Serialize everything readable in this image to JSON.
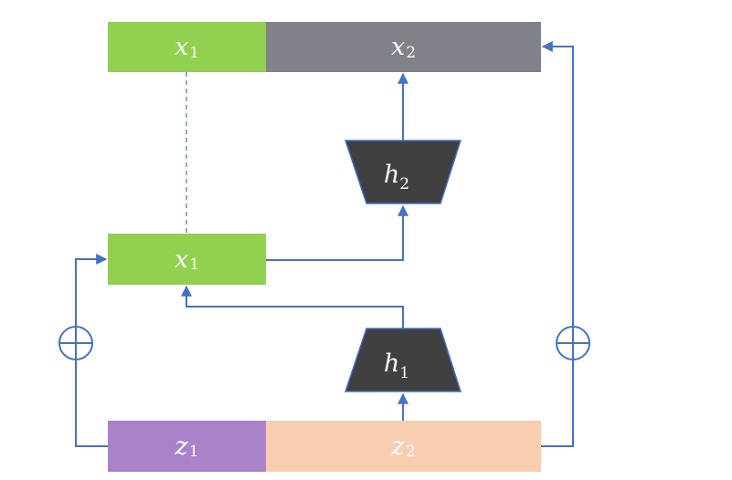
{
  "top_row": {
    "x1": {
      "var": "x",
      "sub": "1"
    },
    "x2": {
      "var": "x",
      "sub": "2"
    }
  },
  "middle": {
    "x1": {
      "var": "x",
      "sub": "1"
    }
  },
  "bottom_row": {
    "z1": {
      "var": "z",
      "sub": "1"
    },
    "z2": {
      "var": "z",
      "sub": "2"
    }
  },
  "blocks": {
    "h1": {
      "var": "h",
      "sub": "1"
    },
    "h2": {
      "var": "h",
      "sub": "2"
    }
  },
  "operators": {
    "left": "⊕",
    "right": "⊕"
  },
  "colors": {
    "green": "#92d050",
    "gray": "#7f8288",
    "purple": "#a982c9",
    "peach": "#f8cdb0",
    "dark_block": "#404040",
    "arrow_blue": "#4472c4"
  }
}
